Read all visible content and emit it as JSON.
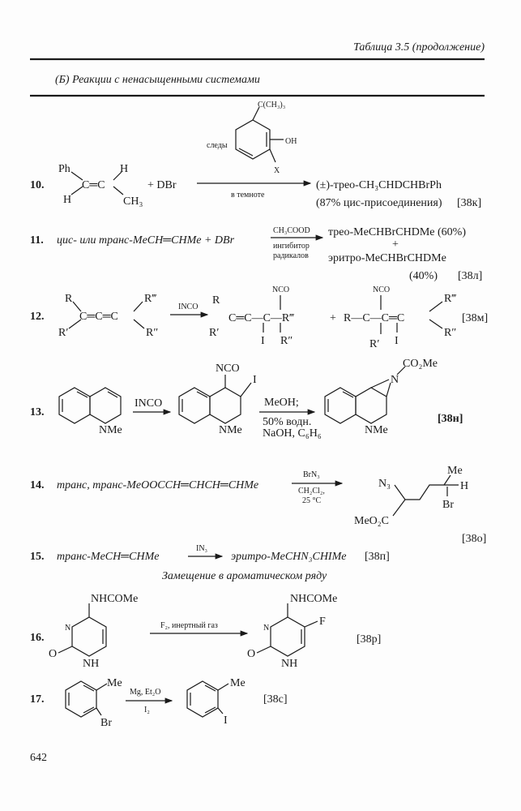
{
  "header": {
    "table_title": "Таблица 3.5 (продолжение)",
    "section_title": "(Б) Реакции с ненасыщенными системами"
  },
  "reactions": [
    {
      "number": "10.",
      "labels": [
        "Ph",
        "H",
        "H",
        "CH₃",
        "C═C"
      ],
      "reagent": "+ DBr",
      "catalyst": [
        "следы",
        "C(CH₃)₃",
        "OH",
        "X"
      ],
      "condition": "в темноте",
      "product": "(±)-трео-CH₃CHDCHBrPh",
      "note": "(87% цис-присоединения)",
      "ref": "[38к]"
    },
    {
      "number": "11.",
      "reactant": "цис- или транс-MeCH═CHMe + DBr",
      "above": "CH₃COOD",
      "below": [
        "ингибитор",
        "радикалов"
      ],
      "product1": "трео-MeCHBrCHDMe (60%)",
      "plus": "+",
      "product2": "эритро-MeCHBrCHDMe",
      "yield2": "(40%)",
      "ref": "[38л]"
    },
    {
      "number": "12.",
      "reactant_labels": [
        "R",
        "R′",
        "C═C═C",
        "R‴",
        "R″"
      ],
      "reagent": "INCO",
      "product1": [
        "R",
        "R′",
        "C═C—C—R‴",
        "NCO",
        "I",
        "R″"
      ],
      "plus": "+",
      "product2": [
        "R—C—C═C",
        "NCO",
        "R′",
        "I",
        "R‴",
        "R″"
      ],
      "ref": "[38м]"
    },
    {
      "number": "13.",
      "reactant_label": "NMe",
      "reagent": "INCO",
      "intermediate": [
        "NCO",
        "I",
        "NMe"
      ],
      "conditions": [
        "MeOH;",
        "50% водн.",
        "NaOH, C₆H₆"
      ],
      "product": [
        "CO₂Me",
        "N",
        "NMe"
      ],
      "ref": "[38н]"
    },
    {
      "number": "14.",
      "reactant": "транс, транс-MeOOCCH═CHCH═CHMe",
      "above": "BrN₃",
      "below": [
        "CH₂Cl₂,",
        "25 °C"
      ],
      "product": [
        "Me",
        "N₃",
        "H",
        "Br",
        "MeO₂C"
      ],
      "ref": "[38о]"
    },
    {
      "number": "15.",
      "reactant": "транс-MeCH═CHMe",
      "above": "IN₃",
      "product": "эритро-MeCHN₃CHIMe",
      "ref": "[38п]"
    }
  ],
  "aromatic_heading": "Замещение в ароматическом ряду",
  "aromatic": [
    {
      "number": "16.",
      "reactant": [
        "NHCOMe",
        "N",
        "O",
        "NH"
      ],
      "conditions": "F₂, инертный газ",
      "product": [
        "NHCOMe",
        "N",
        "F",
        "O",
        "NH"
      ],
      "ref": "[38р]"
    },
    {
      "number": "17.",
      "reactant": [
        "Me",
        "Br"
      ],
      "above": "Mg, Et₂O",
      "below": "I₂",
      "product": [
        "Me",
        "I"
      ],
      "ref": "[38с]"
    }
  ],
  "page_number": "642"
}
